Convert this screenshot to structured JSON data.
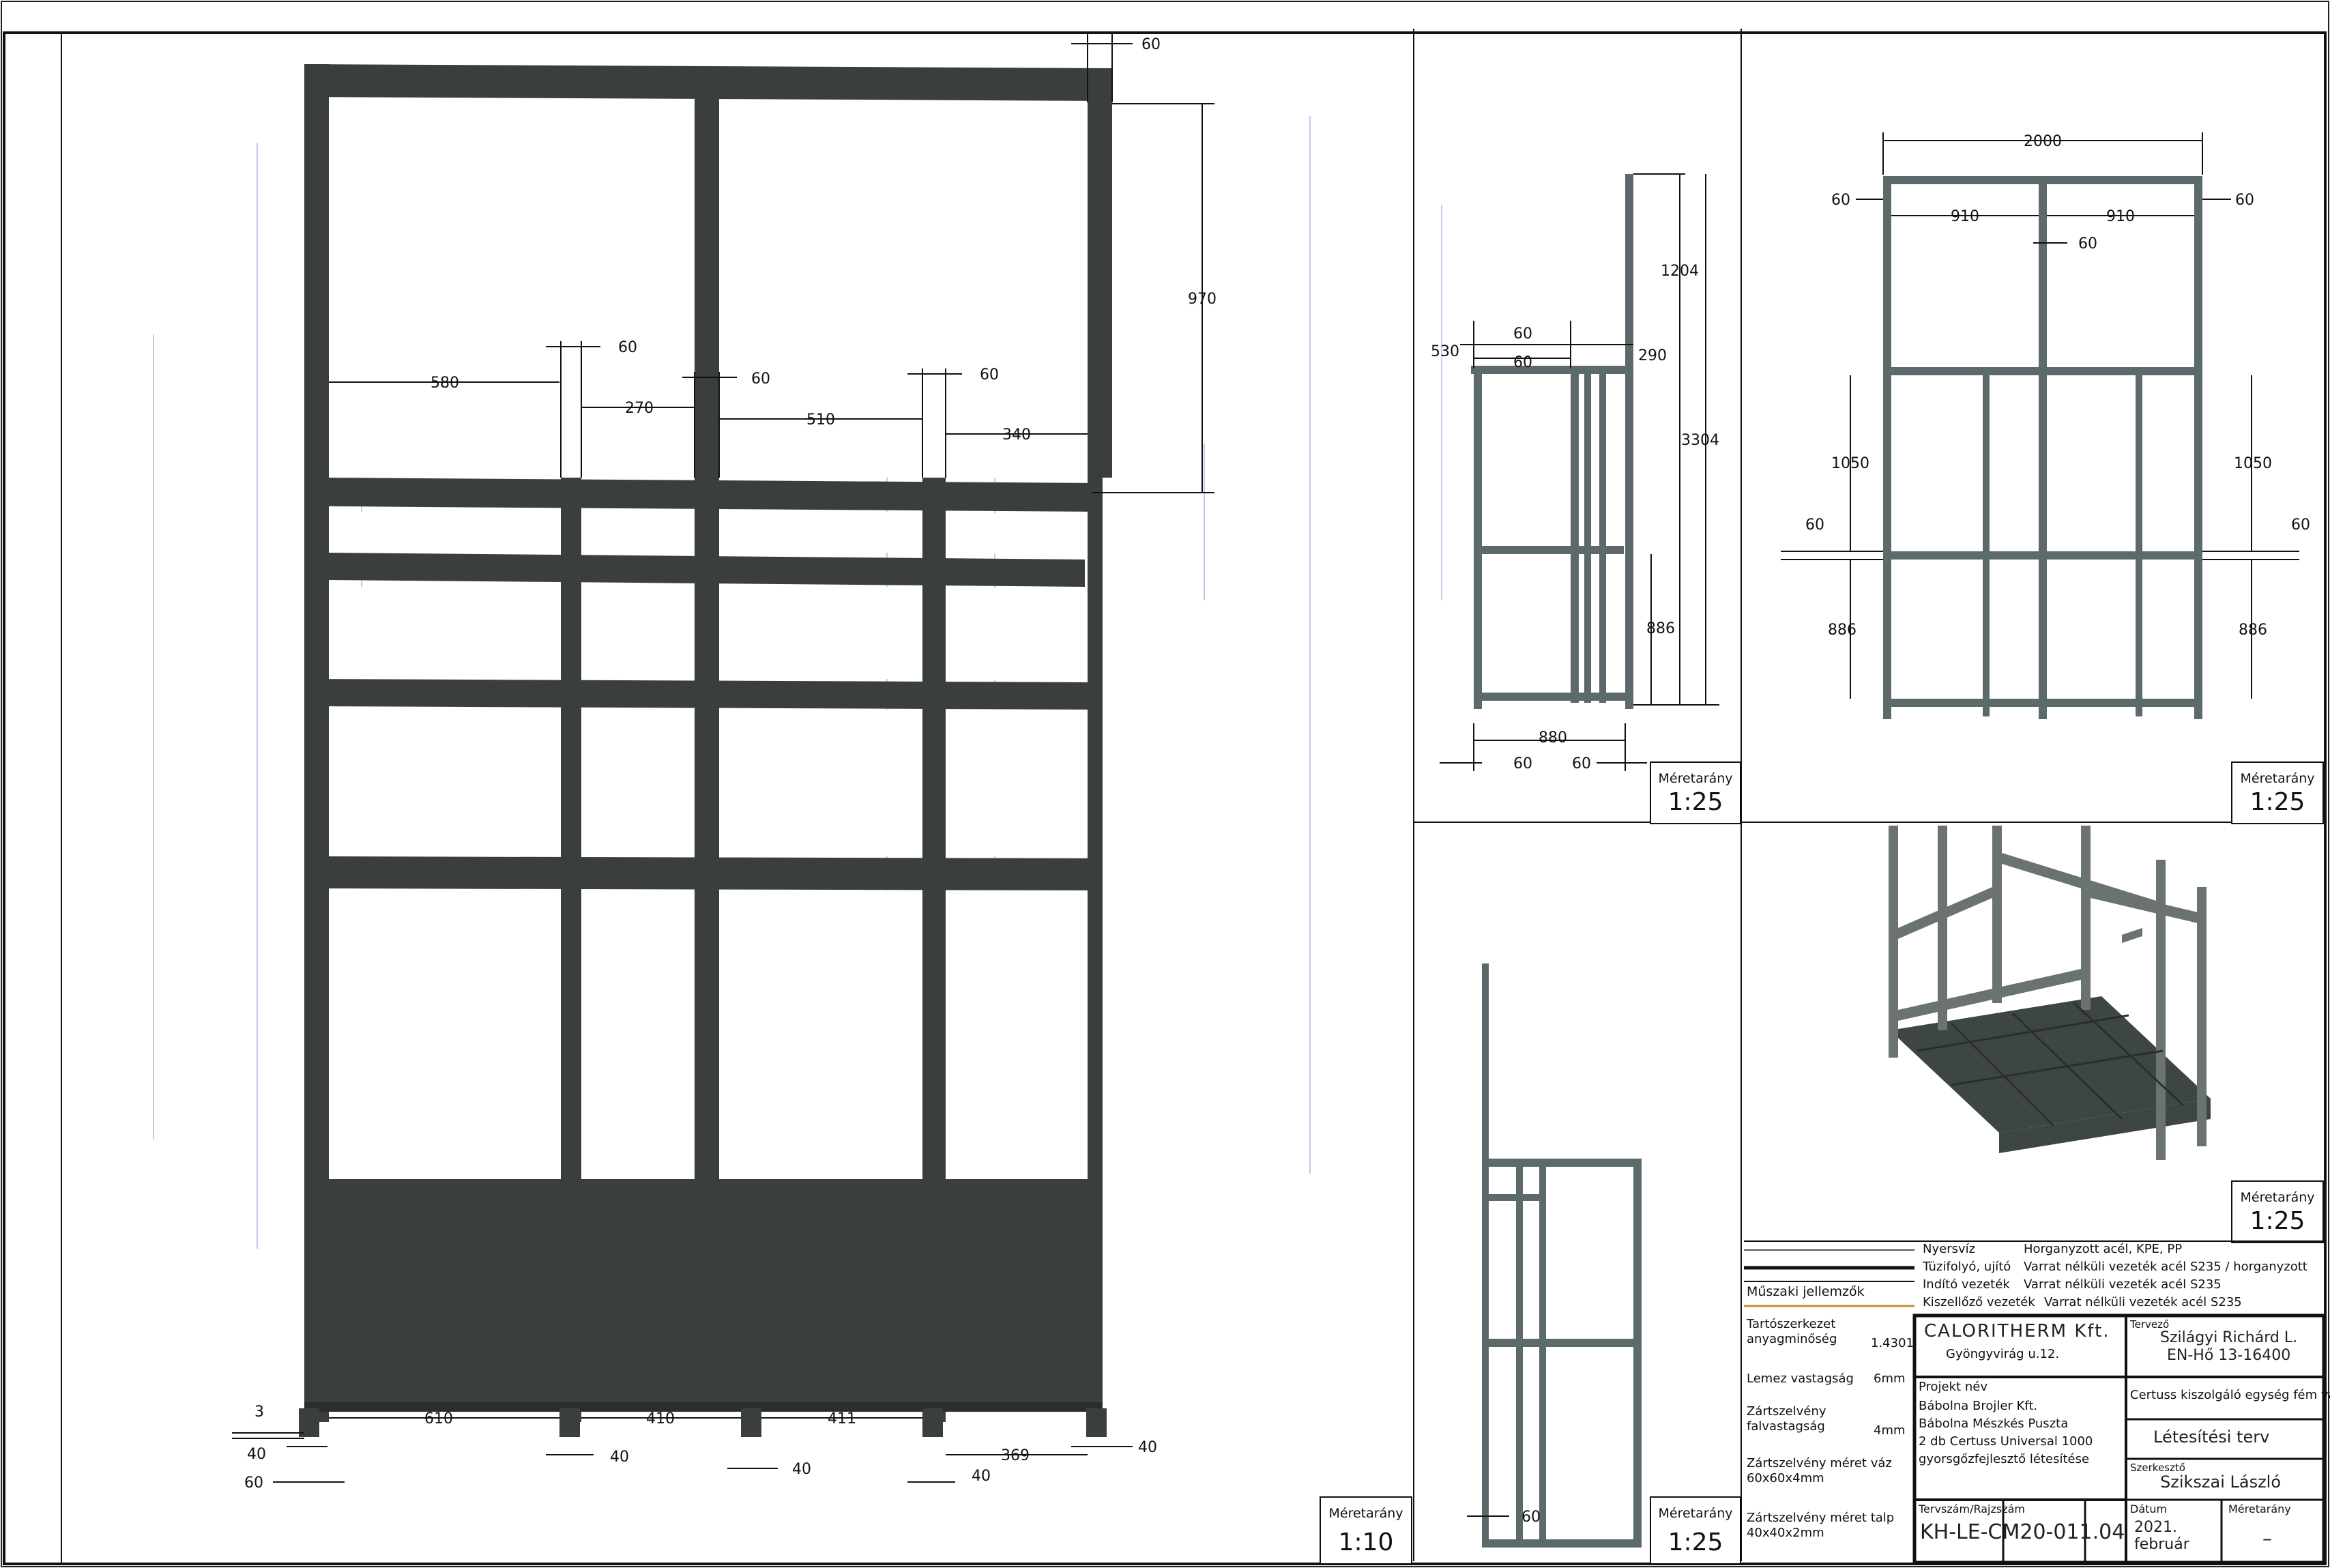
{
  "views": {
    "front": {
      "scale_label": "Méretarány",
      "scale": "1:10",
      "dims": {
        "top_60": "60",
        "h970": "970",
        "d580": "580",
        "d60a": "60",
        "d270": "270",
        "d60b": "60",
        "d510": "510",
        "d60c": "60",
        "d340": "340",
        "d3": "3",
        "d40a": "40",
        "d60d": "60",
        "d610": "610",
        "d40b": "40",
        "d410": "410",
        "d40c": "40",
        "d411": "411",
        "d40d": "40",
        "d369": "369",
        "d40e": "40"
      }
    },
    "side": {
      "scale_label": "Méretarány",
      "scale": "1:25",
      "dims": {
        "d1204": "1204",
        "d530": "530",
        "d60a": "60",
        "d60b": "60",
        "d290": "290",
        "d3304": "3304",
        "d886": "886",
        "d880": "880",
        "d60c": "60",
        "d60d": "60"
      }
    },
    "back": {
      "scale_label": "Méretarány",
      "scale": "1:25",
      "dims": {
        "d2000": "2000",
        "d60a": "60",
        "d910a": "910",
        "d910b": "910",
        "d60b": "60",
        "d60c": "60",
        "d1050a": "1050",
        "d1050b": "1050",
        "d60d": "60",
        "d60e": "60",
        "d886a": "886",
        "d886b": "886"
      }
    },
    "side2": {
      "scale_label": "Méretarány",
      "scale": "1:25",
      "dims": {
        "d60": "60"
      }
    },
    "iso": {
      "scale_label": "Méretarány",
      "scale": "1:25"
    }
  },
  "title_block": {
    "legend_1": "Nyersvíz",
    "legend_1b": "Horganyzott acél, KPE, PP",
    "legend_2": "Tüzifolyó, ujító",
    "legend_2b": "Varrat nélküli vezeték acél S235 / horganyzott",
    "legend_3": "Indító vezeték",
    "legend_3b": "Varrat nélküli vezeték acél S235",
    "legend_4": "Kiszellőző vezeték",
    "legend_4b": "Varrat nélküli vezeték acél S235",
    "section_title": "Műszaki jellemzők",
    "row1_label": "Tartószerkezet anyagminőség",
    "row1_value": "1.4301",
    "row2_label": "Lemez vastagság",
    "row2_value": "6mm",
    "row3_label": "Zártszelvény falvastagság",
    "row3_value": "4mm",
    "row4_label": "Zártszelvény méret váz 60x60x4mm",
    "row5_label": "Zártszelvény méret talp 40x40x2mm",
    "company": "CALORITHERM Kft.",
    "company_addr": "Gyöngyvirág u.12.",
    "designer_label": "Tervező",
    "designer": "Szilágyi Richárd L.",
    "designer_reg": "EN-Hő 13-16400",
    "project_label": "Projekt név",
    "project_1": "Bábolna Brojler Kft.",
    "project_2": "Bábolna Mészkés Puszta",
    "project_3": "2 db Certuss Universal 1000",
    "project_4": "gyorsgőzfejlesztő létesítése",
    "subject": "Certuss kiszolgáló egység fém váz",
    "phase": "Létesítési terv",
    "drawn_label": "Szerkesztő",
    "drawn": "Szikszai László",
    "drawing_no_label": "Tervszám/Rajzszám",
    "drawing_no": "KH-LE-CM20-011.04",
    "date_label": "Dátum",
    "date": "2021. február",
    "scale_label": "Méretarány",
    "scale_value": "–"
  }
}
